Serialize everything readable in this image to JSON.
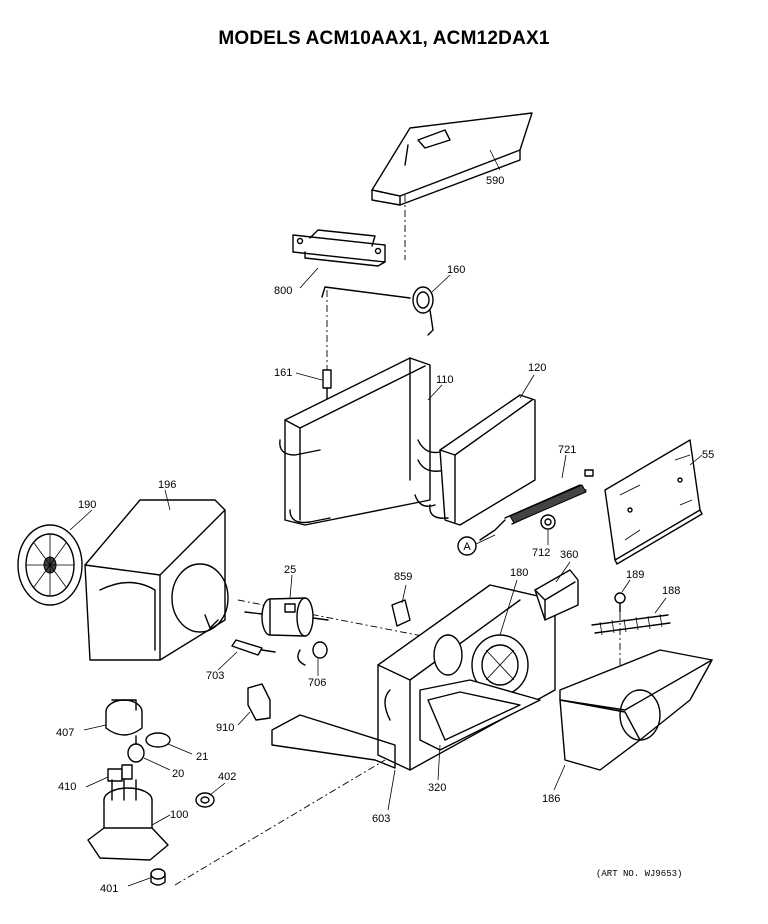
{
  "title": "MODELS ACM10AAX1, ACM12DAX1",
  "art_number": "(ART NO. WJ9653)",
  "callout_letter": "A",
  "parts": {
    "p590": "590",
    "p800": "800",
    "p160": "160",
    "p161": "161",
    "p110": "110",
    "p120": "120",
    "p721": "721",
    "p55": "55",
    "p712": "712",
    "p196": "196",
    "p190": "190",
    "p25": "25",
    "p859": "859",
    "p180": "180",
    "p360": "360",
    "p189": "189",
    "p188": "188",
    "p703": "703",
    "p706": "706",
    "p910": "910",
    "p407": "407",
    "p21": "21",
    "p20": "20",
    "p410": "410",
    "p402": "402",
    "p100": "100",
    "p603": "603",
    "p320": "320",
    "p186": "186",
    "p401": "401"
  }
}
